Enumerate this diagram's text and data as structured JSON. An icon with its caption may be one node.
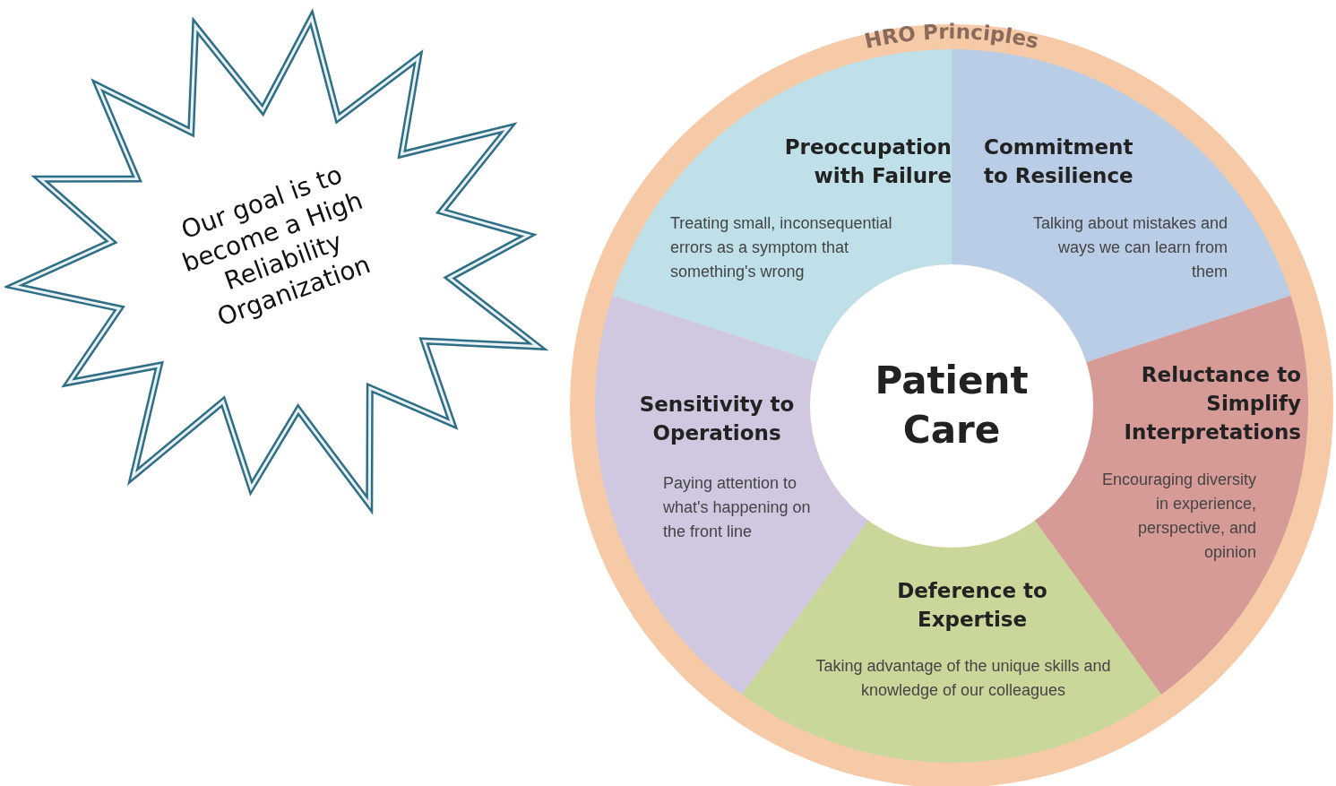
{
  "diagram": {
    "nodes": [
      {
        "text": [
          "Our goal is to become a High Reliability Organization"
        ]
      },
      {
        "text": [
          "HRO Principles"
        ]
      },
      {
        "text": [
          "Preoccupation with Failure",
          "Treating small, inconsequential errors as a symptom that something's wrong"
        ],
        "in": 1
      },
      {
        "text": [
          "Commitment to Resilience",
          "Talking about mistakes and ways we can learn from them"
        ],
        "in": 1
      },
      {
        "text": [
          "Sensitivity to Operations",
          "Paying attention to what's happening on the front line"
        ],
        "in": 1
      },
      {
        "text": [
          "Patient Care"
        ],
        "in": 1
      },
      {
        "text": [
          "Reluctance to Simplify Interpretations",
          "Encouraging diversity in experience, perspective, and opinion"
        ],
        "in": 1
      },
      {
        "text": [
          "Deference to Expertise",
          "Taking advantage of the unique skills and knowledge of our colleagues"
        ],
        "in": 1
      }
    ]
  }
}
